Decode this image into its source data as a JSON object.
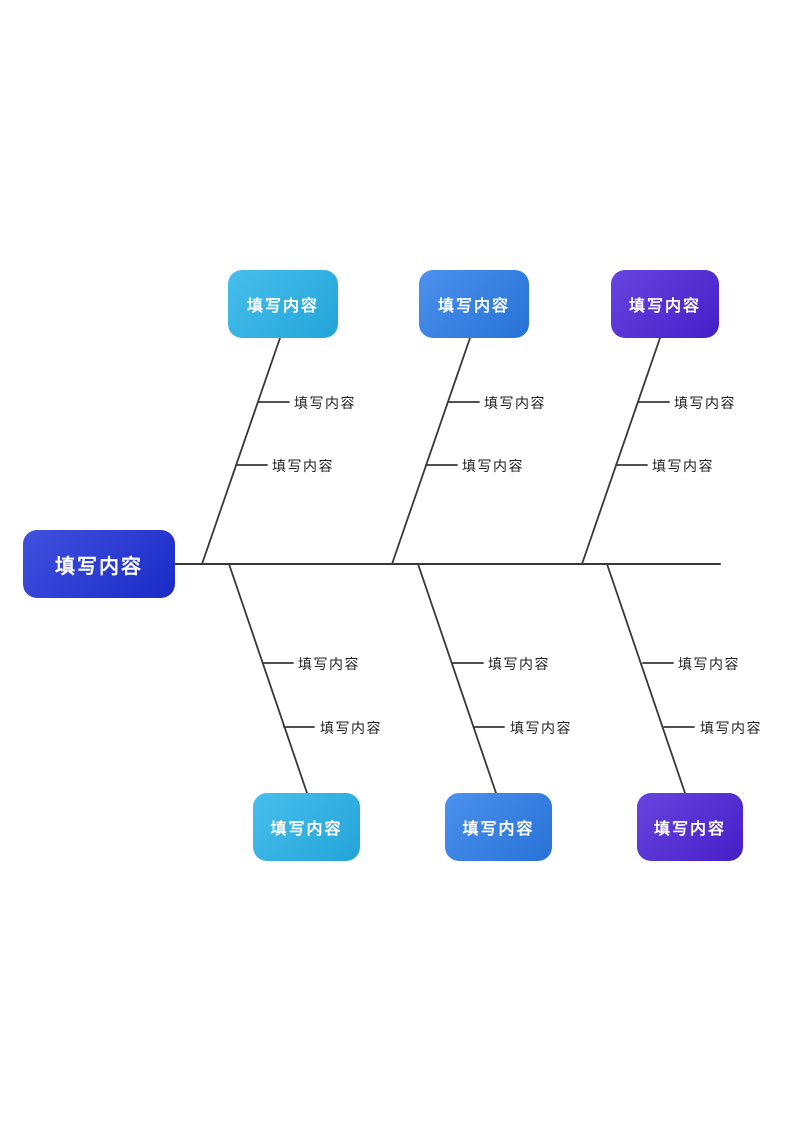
{
  "diagram": {
    "type": "fishbone",
    "background": "#ffffff",
    "line_color": "#383838",
    "sub_label_color": "#1f1f1f",
    "head": {
      "label": "填写内容",
      "color": "#1c2fd8"
    },
    "top_branches": [
      {
        "label": "填写内容",
        "color": "#25b2e9",
        "sub_labels": [
          "填写内容",
          "填写内容"
        ]
      },
      {
        "label": "填写内容",
        "color": "#2a7ce9",
        "sub_labels": [
          "填写内容",
          "填写内容"
        ]
      },
      {
        "label": "填写内容",
        "color": "#4b21d8",
        "sub_labels": [
          "填写内容",
          "填写内容"
        ]
      }
    ],
    "bottom_branches": [
      {
        "label": "填写内容",
        "color": "#25b2e9",
        "sub_labels": [
          "填写内容",
          "填写内容"
        ]
      },
      {
        "label": "填写内容",
        "color": "#2a7ce9",
        "sub_labels": [
          "填写内容",
          "填写内容"
        ]
      },
      {
        "label": "填写内容",
        "color": "#4b21d8",
        "sub_labels": [
          "填写内容",
          "填写内容"
        ]
      }
    ]
  }
}
